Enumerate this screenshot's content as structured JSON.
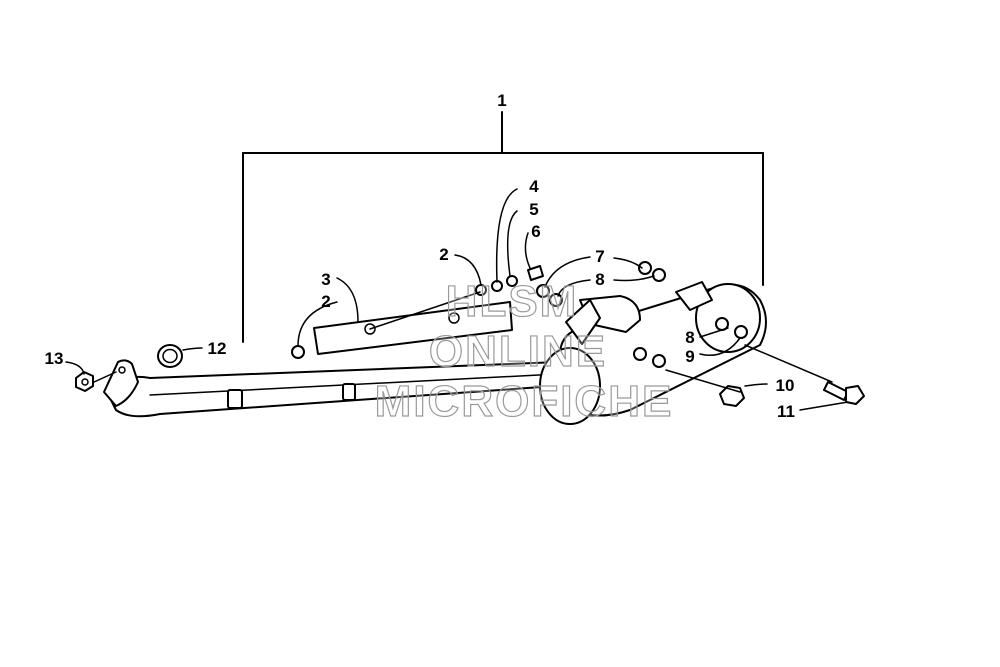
{
  "callouts": [
    {
      "id": "1",
      "text": "1"
    },
    {
      "id": "2a",
      "text": "2"
    },
    {
      "id": "2b",
      "text": "2"
    },
    {
      "id": "3",
      "text": "3"
    },
    {
      "id": "4",
      "text": "4"
    },
    {
      "id": "5",
      "text": "5"
    },
    {
      "id": "6",
      "text": "6"
    },
    {
      "id": "7",
      "text": "7"
    },
    {
      "id": "8a",
      "text": "8"
    },
    {
      "id": "8b",
      "text": "8"
    },
    {
      "id": "9",
      "text": "9"
    },
    {
      "id": "10",
      "text": "10"
    },
    {
      "id": "11",
      "text": "11"
    },
    {
      "id": "12",
      "text": "12"
    },
    {
      "id": "13",
      "text": "13"
    }
  ],
  "watermark": {
    "line1": "HLSM",
    "line2": "ONLINE",
    "line3": "MICROFICHE"
  }
}
